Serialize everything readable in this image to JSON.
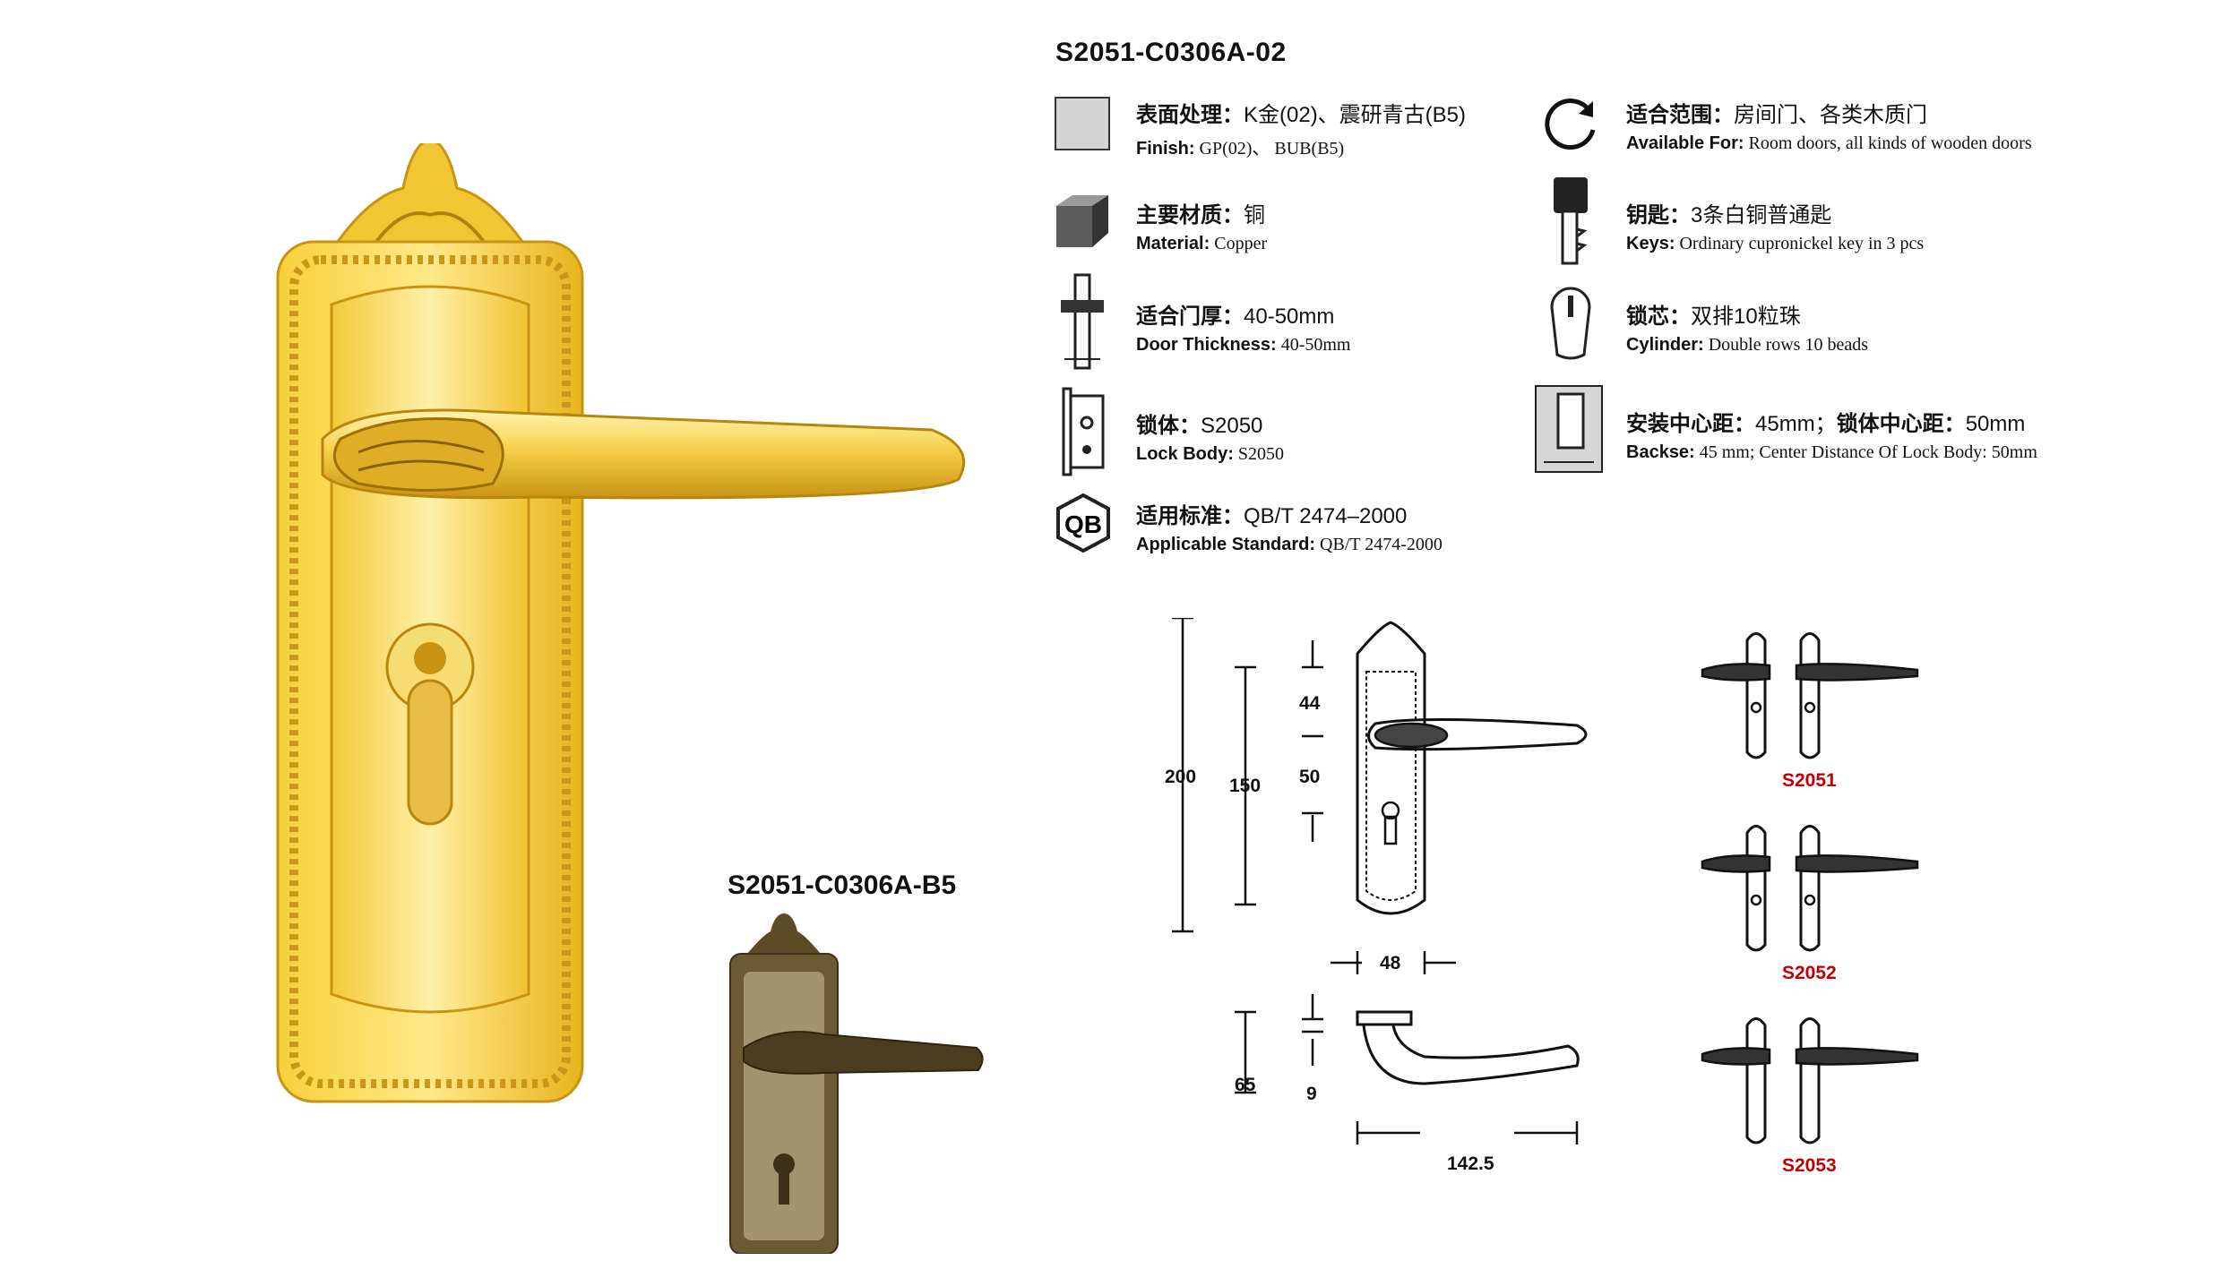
{
  "titles": {
    "main": "S2051-C0306A-02",
    "variant": "S2051-C0306A-B5"
  },
  "specs": {
    "finish": {
      "cn_label": "表面处理：",
      "cn_value": "K金(02)、震研青古(B5)",
      "en_label": "Finish:",
      "en_value": " GP(02)、 BUB(B5)",
      "icon": "finish-swatch-icon"
    },
    "available": {
      "cn_label": "适合范围：",
      "cn_value": "房间门、各类木质门",
      "en_label": "Available For:",
      "en_value": " Room doors, all kinds of  wooden doors",
      "icon": "rotate-arrow-icon"
    },
    "material": {
      "cn_label": "主要材质：",
      "cn_value": "铜",
      "en_label": "Material:",
      "en_value": " Copper",
      "icon": "cube-icon"
    },
    "keys": {
      "cn_label": "钥匙：",
      "cn_value": "3条白铜普通匙",
      "en_label": "Keys:",
      "en_value": " Ordinary cupronickel key in 3 pcs",
      "icon": "key-icon"
    },
    "thickness": {
      "cn_label": "适合门厚：",
      "cn_value": "40-50mm",
      "en_label": "Door Thickness:",
      "en_value": " 40-50mm",
      "icon": "door-thickness-icon"
    },
    "cylinder": {
      "cn_label": "锁芯：",
      "cn_value": "双排10粒珠",
      "en_label": "Cylinder:",
      "en_value": " Double rows 10 beads",
      "icon": "cylinder-icon"
    },
    "lockbody": {
      "cn_label": "锁体：",
      "cn_value": "S2050",
      "en_label": "Lock Body:",
      "en_value": "  S2050",
      "icon": "lock-body-icon"
    },
    "backset": {
      "cn_label": "安装中心距：",
      "cn_value": "45mm；",
      "cn_label2": "锁体中心距：",
      "cn_value2": "50mm",
      "en_label": "Backse:",
      "en_value": " 45 mm; Center Distance Of Lock Body: 50mm",
      "icon": "backset-icon"
    },
    "standard": {
      "cn_label": "适用标准：",
      "cn_value": "QB/T 2474–2000",
      "en_label": "Applicable Standard:",
      "en_value": " QB/T 2474-2000",
      "icon": "qb-icon",
      "icon_text": "QB"
    }
  },
  "dimensions": {
    "d200": "200",
    "d150": "150",
    "d44": "44",
    "d50": "50",
    "d48": "48",
    "d65": "65",
    "d9": "9",
    "d142": "142.5"
  },
  "models": [
    "S2051",
    "S2052",
    "S2053"
  ],
  "colors": {
    "gold": "#e8b820",
    "bronze": "#6b5a34",
    "model_label": "#c00000"
  }
}
